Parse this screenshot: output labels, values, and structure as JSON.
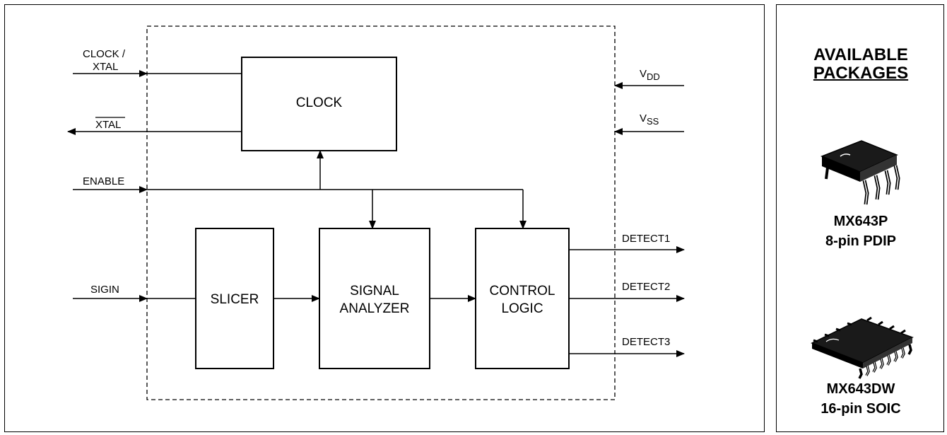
{
  "inputs": {
    "clock_xtal_line1": "CLOCK /",
    "clock_xtal_line2": "XTAL",
    "xtal_bar": "XTAL",
    "enable": "ENABLE",
    "sigin": "SIGIN"
  },
  "supplies": {
    "vdd_main": "V",
    "vdd_sub": "DD",
    "vss_main": "V",
    "vss_sub": "SS"
  },
  "blocks": {
    "clock": "CLOCK",
    "slicer": "SLICER",
    "signal_analyzer_line1": "SIGNAL",
    "signal_analyzer_line2": "ANALYZER",
    "control_logic_line1": "CONTROL",
    "control_logic_line2": "LOGIC"
  },
  "outputs": {
    "detect1": "DETECT1",
    "detect2": "DETECT2",
    "detect3": "DETECT3"
  },
  "packages": {
    "title_line1": "AVAILABLE",
    "title_line2": "PACKAGES",
    "items": [
      {
        "part": "MX643P",
        "package": "8-pin PDIP"
      },
      {
        "part": "MX643DW",
        "package": "16-pin SOIC"
      }
    ]
  }
}
